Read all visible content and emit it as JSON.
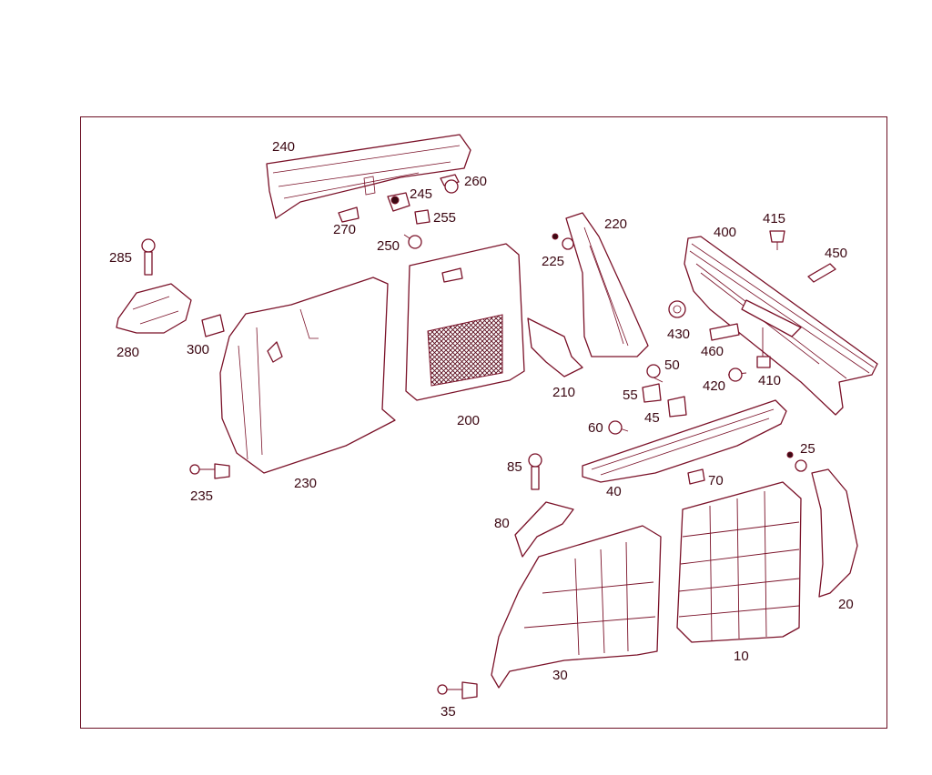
{
  "diagram": {
    "labels": {
      "p240": "240",
      "p260": "260",
      "p245": "245",
      "p255": "255",
      "p270": "270",
      "p250": "250",
      "p220": "220",
      "p225": "225",
      "p400": "400",
      "p415": "415",
      "p450": "450",
      "p285": "285",
      "p280": "280",
      "p300": "300",
      "p230": "230",
      "p235": "235",
      "p200": "200",
      "p210": "210",
      "p430": "430",
      "p460": "460",
      "p50": "50",
      "p420": "420",
      "p410": "410",
      "p55": "55",
      "p45": "45",
      "p60": "60",
      "p25": "25",
      "p40": "40",
      "p70": "70",
      "p85": "85",
      "p80": "80",
      "p20": "20",
      "p10": "10",
      "p30": "30",
      "p35": "35"
    },
    "colors": {
      "line": "#7a1128",
      "text": "#3b0712",
      "background": "#ffffff"
    }
  }
}
